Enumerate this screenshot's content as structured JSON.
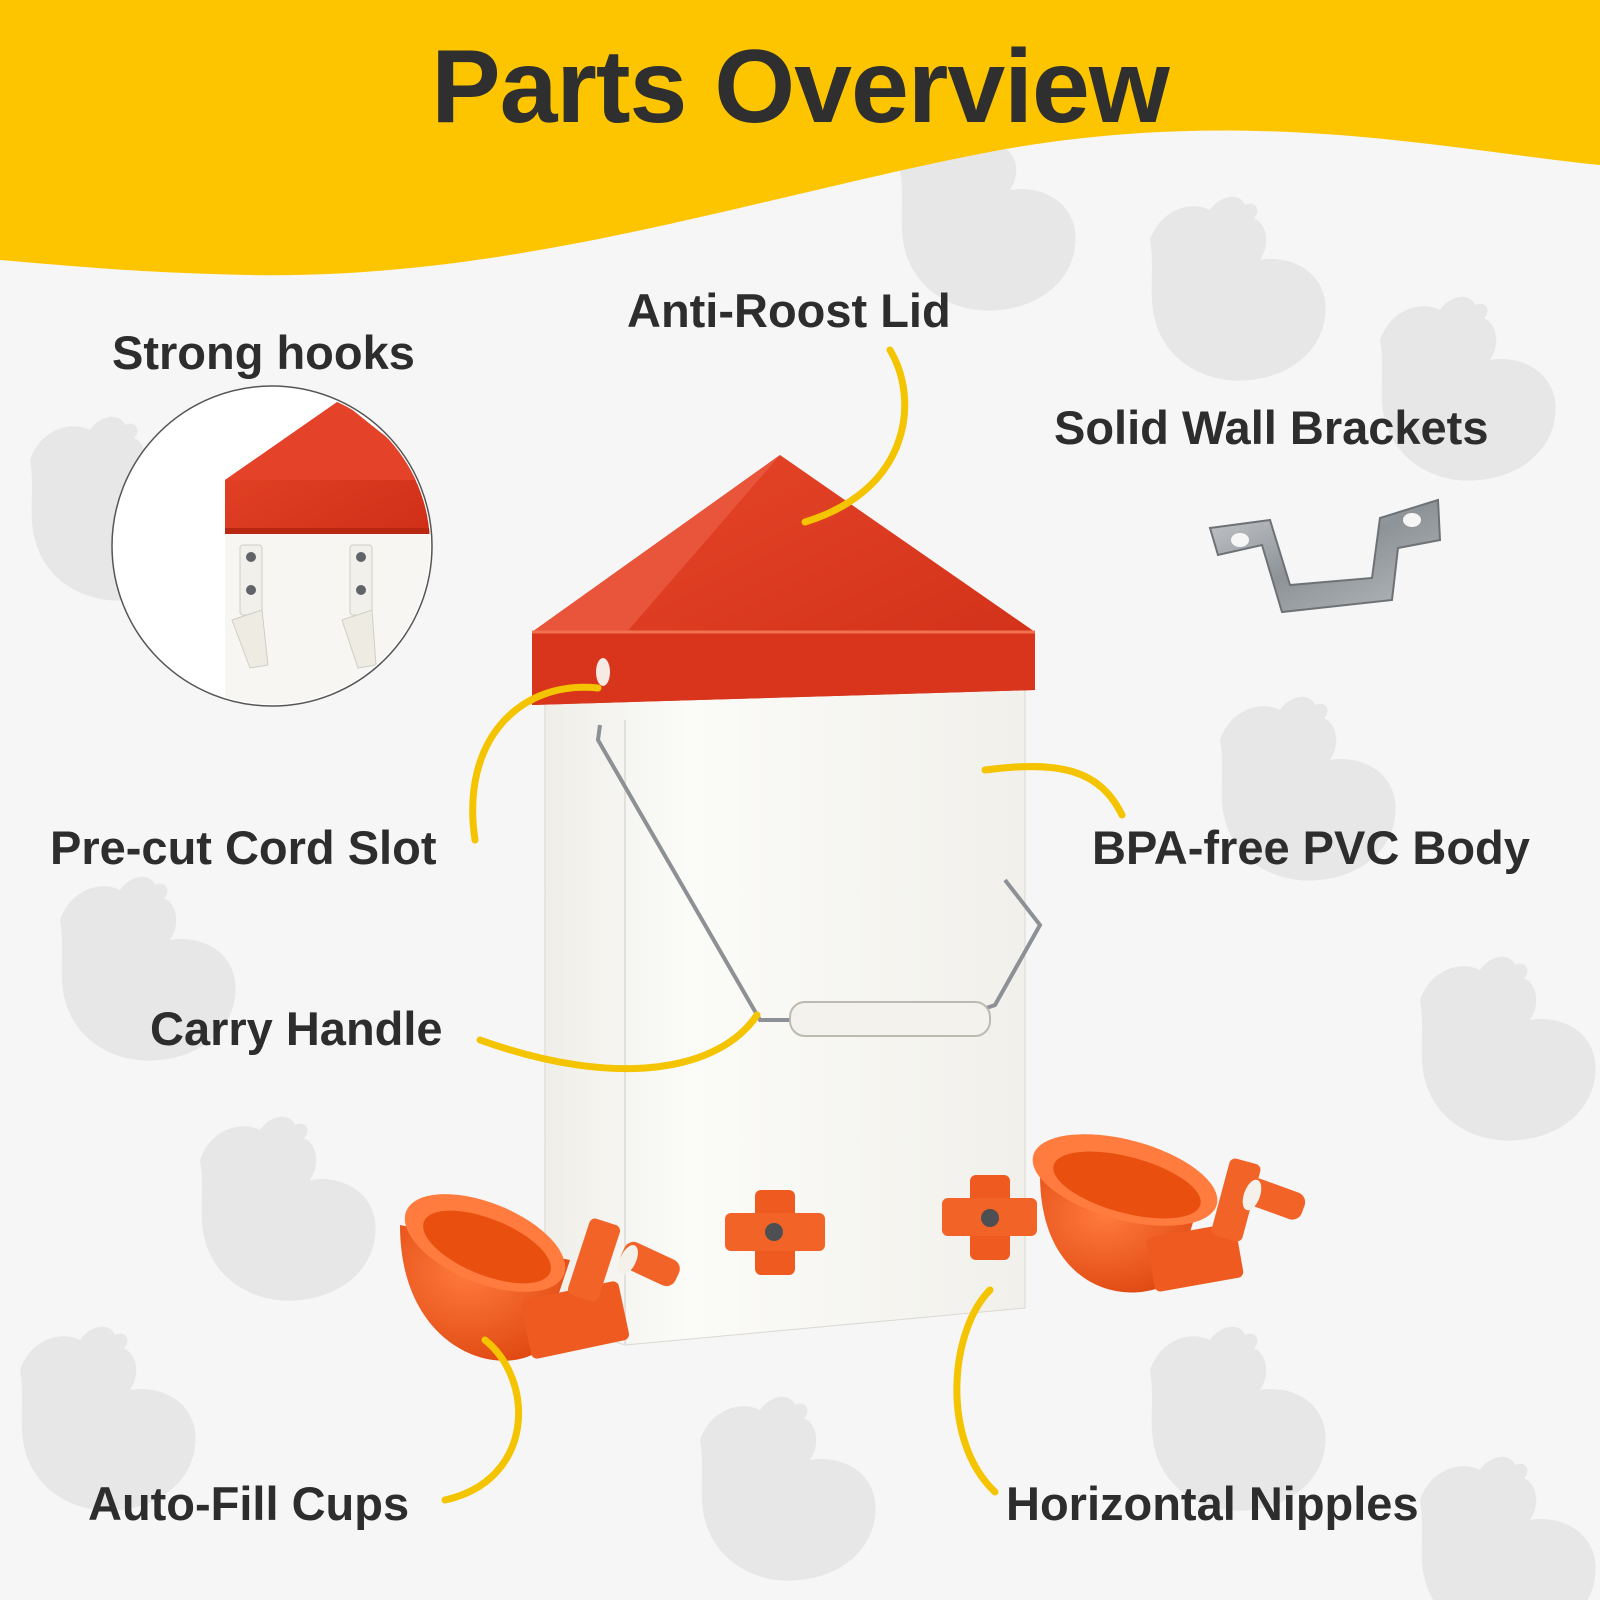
{
  "title": "Parts Overview",
  "colors": {
    "banner": "#fdc500",
    "accent_line": "#f5c400",
    "lid_red": "#e03a20",
    "cup_orange": "#f05a22",
    "body_white": "#fafaf7"
  },
  "labels": {
    "anti_roost_lid": "Anti-Roost Lid",
    "strong_hooks": "Strong hooks",
    "solid_wall_brackets": "Solid Wall Brackets",
    "pre_cut_cord_slot": "Pre-cut Cord Slot",
    "bpa_free_body": "BPA-free PVC Body",
    "carry_handle": "Carry Handle",
    "auto_fill_cups": "Auto-Fill Cups",
    "horizontal_nipples": "Horizontal Nipples"
  },
  "icons": [
    "chicken-silhouette-icon",
    "wall-bracket-icon",
    "hook-icon",
    "nipple-icon",
    "cup-icon"
  ]
}
